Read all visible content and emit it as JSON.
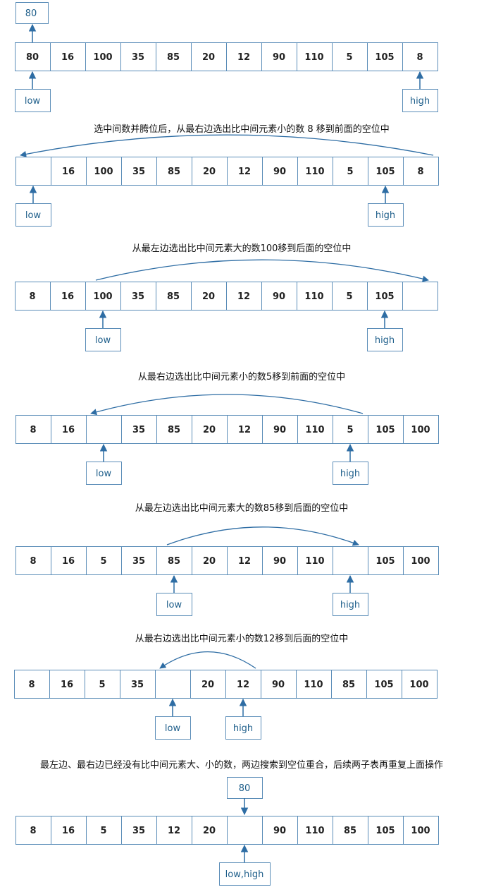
{
  "colors": {
    "stroke": "#5b8db8",
    "arrow": "#2e6da4",
    "text": "#222222",
    "label": "#1f5f8b"
  },
  "steps": [
    {
      "caption": "",
      "cells": [
        "80",
        "16",
        "100",
        "35",
        "85",
        "20",
        "12",
        "90",
        "110",
        "5",
        "105",
        "8"
      ],
      "pivot": "80",
      "low_label": "low",
      "high_label": "high"
    },
    {
      "caption": "选中间数并腾位后，从最右边选出比中间元素小的数 8 移到前面的空位中",
      "cells": [
        "",
        "16",
        "100",
        "35",
        "85",
        "20",
        "12",
        "90",
        "110",
        "5",
        "105",
        "8"
      ],
      "low_label": "low",
      "high_label": "high"
    },
    {
      "caption": "从最左边选出比中间元素大的数100移到后面的空位中",
      "cells": [
        "8",
        "16",
        "100",
        "35",
        "85",
        "20",
        "12",
        "90",
        "110",
        "5",
        "105",
        ""
      ],
      "low_label": "low",
      "high_label": "high"
    },
    {
      "caption": "从最右边选出比中间元素小的数5移到前面的空位中",
      "cells": [
        "8",
        "16",
        "",
        "35",
        "85",
        "20",
        "12",
        "90",
        "110",
        "5",
        "105",
        "100"
      ],
      "low_label": "low",
      "high_label": "high"
    },
    {
      "caption": "从最左边选出比中间元素大的数85移到后面的空位中",
      "cells": [
        "8",
        "16",
        "5",
        "35",
        "85",
        "20",
        "12",
        "90",
        "110",
        "",
        "105",
        "100"
      ],
      "low_label": "low",
      "high_label": "high"
    },
    {
      "caption": "从最右边选出比中间元素小的数12移到后面的空位中",
      "cells": [
        "8",
        "16",
        "5",
        "35",
        "",
        "20",
        "12",
        "90",
        "110",
        "85",
        "105",
        "100"
      ],
      "low_label": "low",
      "high_label": "high"
    },
    {
      "caption": "最左边、最右边已经没有比中间元素大、小的数，两边搜索到空位重合，后续两子表再重复上面操作",
      "cells": [
        "8",
        "16",
        "5",
        "35",
        "12",
        "20",
        "",
        "90",
        "110",
        "85",
        "105",
        "100"
      ],
      "pivot": "80",
      "low_label": "low,high"
    }
  ]
}
